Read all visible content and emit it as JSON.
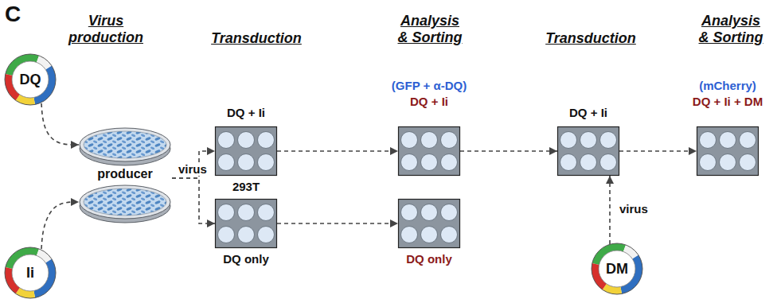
{
  "diagram": {
    "nodes": [
      {
        "text": [
          "DQ"
        ]
      },
      {
        "text": [
          "Ii"
        ]
      },
      {
        "text": [
          "producer"
        ]
      },
      {
        "text": [
          "DQ + Ii"
        ]
      },
      {
        "text": [
          "DQ only"
        ]
      },
      {
        "text": [
          "(GFP + α-DQ)",
          "DQ + Ii"
        ]
      },
      {
        "text": [
          "DQ only"
        ]
      },
      {
        "text": [
          "DQ + Ii"
        ]
      },
      {
        "text": [
          "DM"
        ]
      },
      {
        "text": [
          "(mCherry)",
          "DQ + Ii + DM"
        ]
      }
    ],
    "edges": [
      {
        "from": 0,
        "to": 2,
        "arrow": "to"
      },
      {
        "from": 1,
        "to": 2,
        "arrow": "to"
      },
      {
        "from": 2,
        "to": 3,
        "label": "virus",
        "arrow": "to"
      },
      {
        "from": 2,
        "to": 4,
        "arrow": "to"
      },
      {
        "from": 3,
        "to": 5,
        "arrow": "to"
      },
      {
        "from": 4,
        "to": 6,
        "arrow": "to"
      },
      {
        "from": 5,
        "to": 7,
        "arrow": "to"
      },
      {
        "from": 8,
        "to": 7,
        "label": "virus",
        "arrow": "to"
      },
      {
        "from": 7,
        "to": 9,
        "arrow": "to"
      }
    ],
    "labels": [
      "C",
      "Virus production",
      "Transduction",
      "Analysis & Sorting",
      "Transduction",
      "Analysis & Sorting",
      "293T"
    ]
  }
}
